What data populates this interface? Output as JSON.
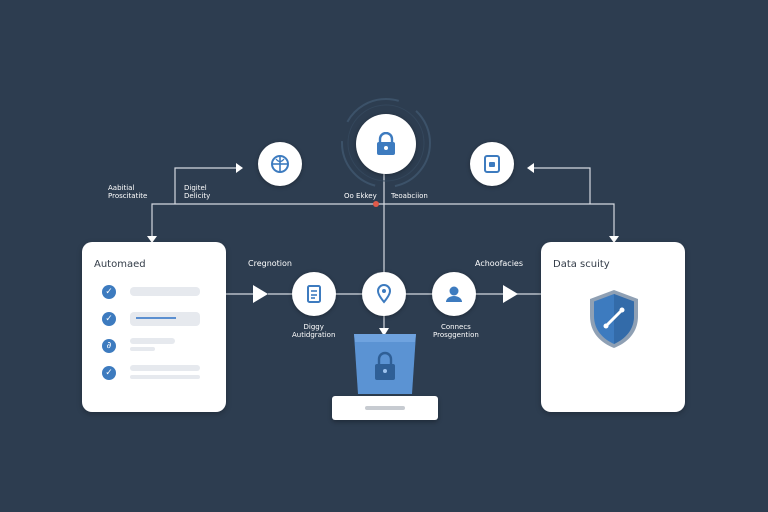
{
  "colors": {
    "background": "#2d3d50",
    "card": "#ffffff",
    "accent_blue": "#3d7bbf",
    "line": "#d4d9e0",
    "alert_dot": "#e05a4a"
  },
  "left_card": {
    "title": "Automaed",
    "items": [
      {
        "icon": "check-icon"
      },
      {
        "icon": "check-icon"
      },
      {
        "icon": "link-icon"
      },
      {
        "icon": "check-icon"
      }
    ]
  },
  "right_card": {
    "title": "Data scuity",
    "icon": "shield-icon"
  },
  "labels": {
    "top_left_a": "Aabitial\nProscitatite",
    "top_left_b": "Digitel\nDelicity",
    "top_center": "Oo Ekkey",
    "top_right": "Teoabciion",
    "flow_left": "Cregnotion",
    "flow_right": "Achoofacies",
    "under_doc": "Diggy\nAutidgration",
    "under_user": "Connecs\nProsggention"
  },
  "nodes": {
    "top_lock": "lock-icon",
    "top_left": "globe-icon",
    "top_right": "device-icon",
    "flow_doc": "document-icon",
    "flow_pin": "location-pin-icon",
    "flow_user": "user-icon",
    "device_lock": "lock-icon"
  }
}
